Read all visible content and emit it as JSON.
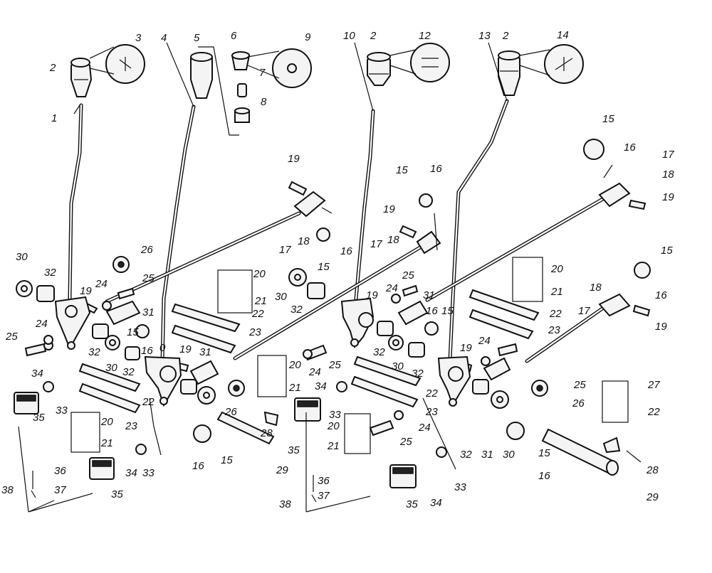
{
  "callouts": {
    "c1": "1",
    "c2": "2",
    "c3": "3",
    "c4": "4",
    "c5": "5",
    "c6": "6",
    "c7": "7",
    "c8": "8",
    "c9": "9",
    "c10": "10",
    "c12": "12",
    "c13": "13",
    "c14": "14",
    "c15": "15",
    "c16": "16",
    "c17": "17",
    "c18": "18",
    "c19": "19",
    "c20": "20",
    "c21": "21",
    "c22": "22",
    "c23": "23",
    "c24": "24",
    "c25": "25",
    "c26": "26",
    "c27": "27",
    "c28": "28",
    "c29": "29",
    "c30": "30",
    "c31": "31",
    "c32": "32",
    "c33": "33",
    "c34": "34",
    "c35": "35",
    "c36": "36",
    "c37": "37",
    "c38": "38"
  },
  "colors": {
    "ink": "#111111",
    "paper": "#ffffff"
  }
}
